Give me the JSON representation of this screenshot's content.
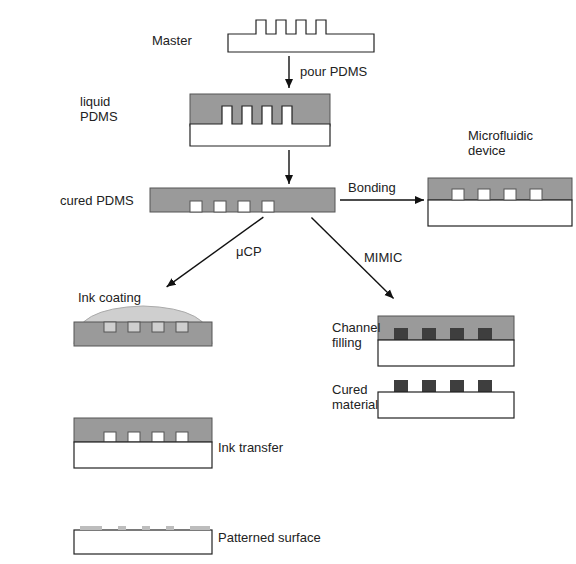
{
  "diagram": {
    "nodes": [
      {
        "text": [
          "Master"
        ]
      },
      {
        "text": [
          "liquid PDMS"
        ]
      },
      {
        "text": [
          "cured PDMS"
        ]
      },
      {
        "text": [
          "Microfluidic device"
        ]
      },
      {
        "text": [
          "Ink coating"
        ]
      },
      {
        "text": [
          "Ink transfer"
        ]
      },
      {
        "text": [
          "Patterned surface"
        ]
      },
      {
        "text": [
          "Channel filling"
        ]
      },
      {
        "text": [
          "Cured material"
        ]
      }
    ],
    "edges": [
      {
        "from": 0,
        "to": 1,
        "arrow": "to",
        "label": "pour PDMS"
      },
      {
        "from": 1,
        "to": 2,
        "arrow": "to"
      },
      {
        "from": 2,
        "to": 3,
        "arrow": "to",
        "label": "Bonding"
      },
      {
        "from": 2,
        "to": 4,
        "arrow": "to",
        "label": "μCP"
      },
      {
        "from": 2,
        "to": 7,
        "arrow": "to",
        "label": "MIMIC"
      }
    ]
  }
}
